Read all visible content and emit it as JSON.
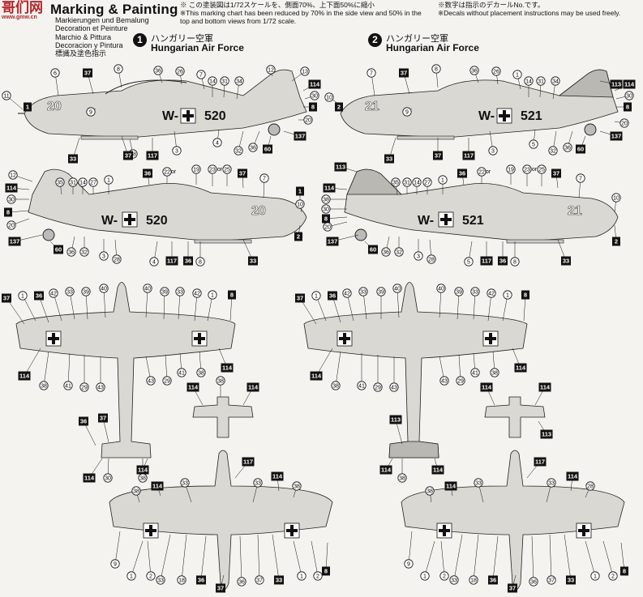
{
  "header": {
    "title": "Marking & Painting",
    "logo_text": "哥们网",
    "logo_sub": "www.gmw.cn",
    "languages": [
      "Markierungen und Bemalung",
      "Decoration et Peinture",
      "Marchio & Pittura",
      "Decoracion y Pintura",
      "標識及塗色指示"
    ],
    "note_jp": "※ この塗装図は1/72スケールを、側面70%、上下面50%に縮小",
    "note_en_1": "※This marking chart has been reduced by 70% in the side view and 50% in the",
    "note_en_2": "top and bottom views from 1/72 scale.",
    "note_jp_right": "※数字は指示のデカールNo.です。",
    "note_en_right": "※Decals without placement instructions may be used freely."
  },
  "schemes": [
    {
      "number": "1",
      "title_jp": "ハンガリー空軍",
      "title_en": "Hungarian Air Force",
      "fuselage_code": "W-",
      "serial": "520",
      "nose": "20"
    },
    {
      "number": "2",
      "title_jp": "ハンガリー空軍",
      "title_en": "Hungarian Air Force",
      "fuselage_code": "W-",
      "serial": "521",
      "nose": "21"
    }
  ],
  "callouts": {
    "circled": [
      "1",
      "2",
      "3",
      "4",
      "5",
      "6",
      "7",
      "8",
      "9",
      "10",
      "11",
      "12",
      "13",
      "14",
      "18",
      "19",
      "20",
      "22",
      "23",
      "25",
      "26",
      "27",
      "28",
      "29",
      "30",
      "31",
      "32",
      "33",
      "34",
      "35",
      "36",
      "37",
      "38",
      "39",
      "40",
      "41",
      "42",
      "43"
    ],
    "boxed": [
      "1",
      "2",
      "8",
      "33",
      "36",
      "37",
      "60",
      "113",
      "114",
      "117",
      "137"
    ],
    "or_text": "or"
  },
  "colors": {
    "paper": "#f4f3ef",
    "ink": "#111111",
    "camo_light": "#d9d8d2",
    "camo_dark": "#8f8e89",
    "logo_red": "#b3262a"
  }
}
